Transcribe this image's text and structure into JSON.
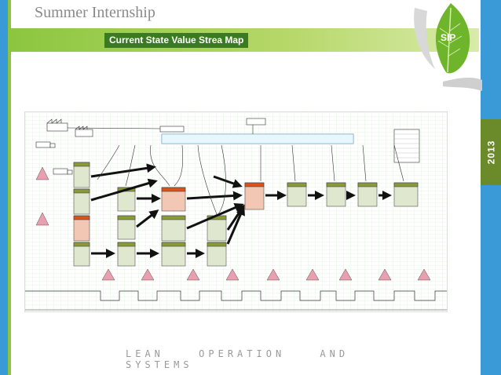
{
  "header": {
    "title": "Summer Internship",
    "subtitle": "Current State Value Strea Map",
    "logo_text": "SIP",
    "year": "2013"
  },
  "footer": {
    "words": [
      "LEAN",
      "OPERATION",
      "AND",
      "SYSTEMS"
    ]
  },
  "colors": {
    "accent_blue": "#3a9ad8",
    "accent_green": "#8cc63f",
    "subtitle_bg": "#3a7a23",
    "process_header": "#8a9a3a",
    "highlight_header": "#d9531e",
    "inventory_triangle": "#e8a0b0"
  },
  "icons": [
    "leaf-icon",
    "hands-icon",
    "factory-icon",
    "truck-icon",
    "inventory-triangle-icon",
    "push-arrow-icon"
  ]
}
